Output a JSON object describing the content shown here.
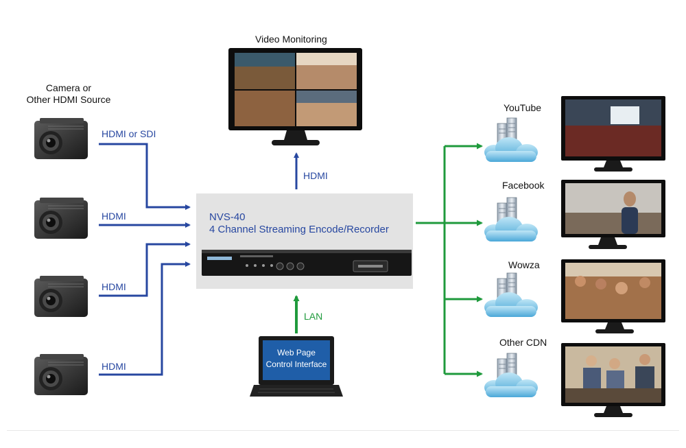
{
  "labels": {
    "video_monitoring": "Video Monitoring",
    "camera_title_line1": "Camera or",
    "camera_title_line2": "Other HDMI Source",
    "link_hdmi_or_sdi": "HDMI or SDI",
    "link_hdmi": "HDMI",
    "link_hdmi_monitor": "HDMI",
    "link_lan": "LAN"
  },
  "encoder": {
    "model": "NVS-40",
    "description": "4 Channel Streaming Encode/Recorder"
  },
  "laptop": {
    "line1": "Web Page",
    "line2": "Control Interface"
  },
  "destinations": [
    "YouTube",
    "Facebook",
    "Wowza",
    "Other CDN"
  ],
  "colors": {
    "video_link": "#2747a0",
    "network_link": "#1f9a3c",
    "encoder_panel": "#e3e3e3",
    "laptop_screen": "#1f5ea8"
  },
  "icons": [
    "camera-icon",
    "monitor-icon",
    "encoder-device-icon",
    "laptop-icon",
    "cloud-server-icon"
  ]
}
